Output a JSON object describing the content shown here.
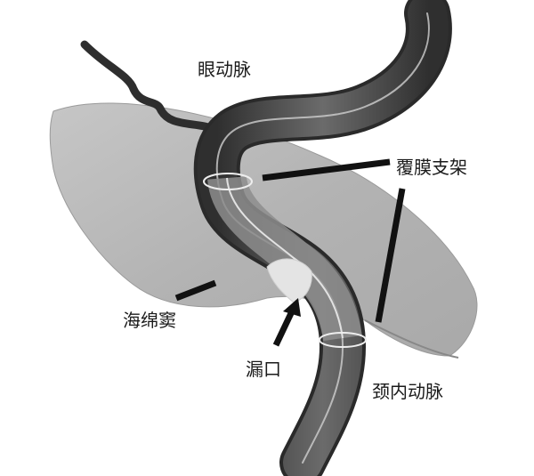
{
  "labels": {
    "ophthalmic_artery": "眼动脉",
    "covered_stent": "覆膜支架",
    "cavernous_sinus": "海绵窦",
    "fistula": "漏口",
    "internal_carotid_artery": "颈内动脉"
  },
  "colors": {
    "background": "#ffffff",
    "sinus_fill": "#b9b9b9",
    "artery_dark": "#3c3c3c",
    "artery_mid": "#6a6a6a",
    "stent_outline": "#e8e8e8",
    "pointer": "#111111"
  }
}
